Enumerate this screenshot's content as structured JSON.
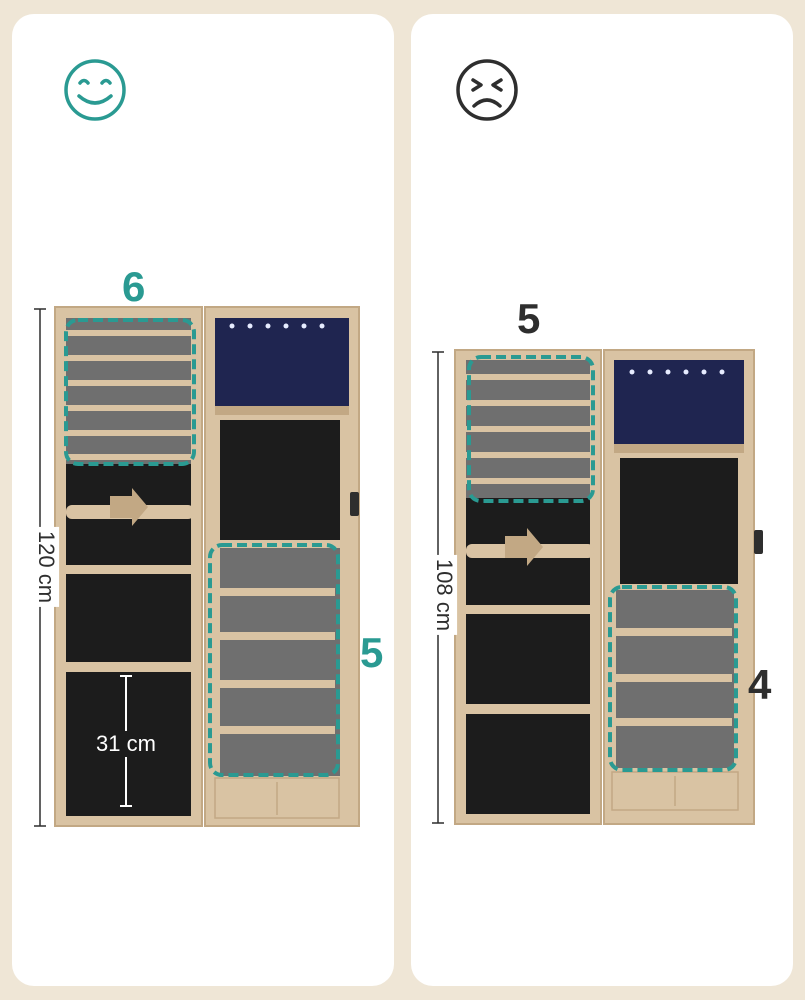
{
  "colors": {
    "page_bg": "#efe6d6",
    "panel_bg": "#ffffff",
    "teal": "#2a9a92",
    "dark_text": "#2e2e2e",
    "wood": "#d9c3a3",
    "wood_dark": "#c2a884",
    "felt": "#1c1c1c",
    "shelf_back": "#6f6f6f",
    "led_panel": "#1f2550"
  },
  "left": {
    "icon": "smiling-face-icon",
    "upper_count": "6",
    "lower_count": "5",
    "height_label": "120 cm",
    "inner_label": "31 cm"
  },
  "right": {
    "icon": "frowning-face-icon",
    "upper_count": "5",
    "lower_count": "4",
    "height_label": "108 cm"
  }
}
